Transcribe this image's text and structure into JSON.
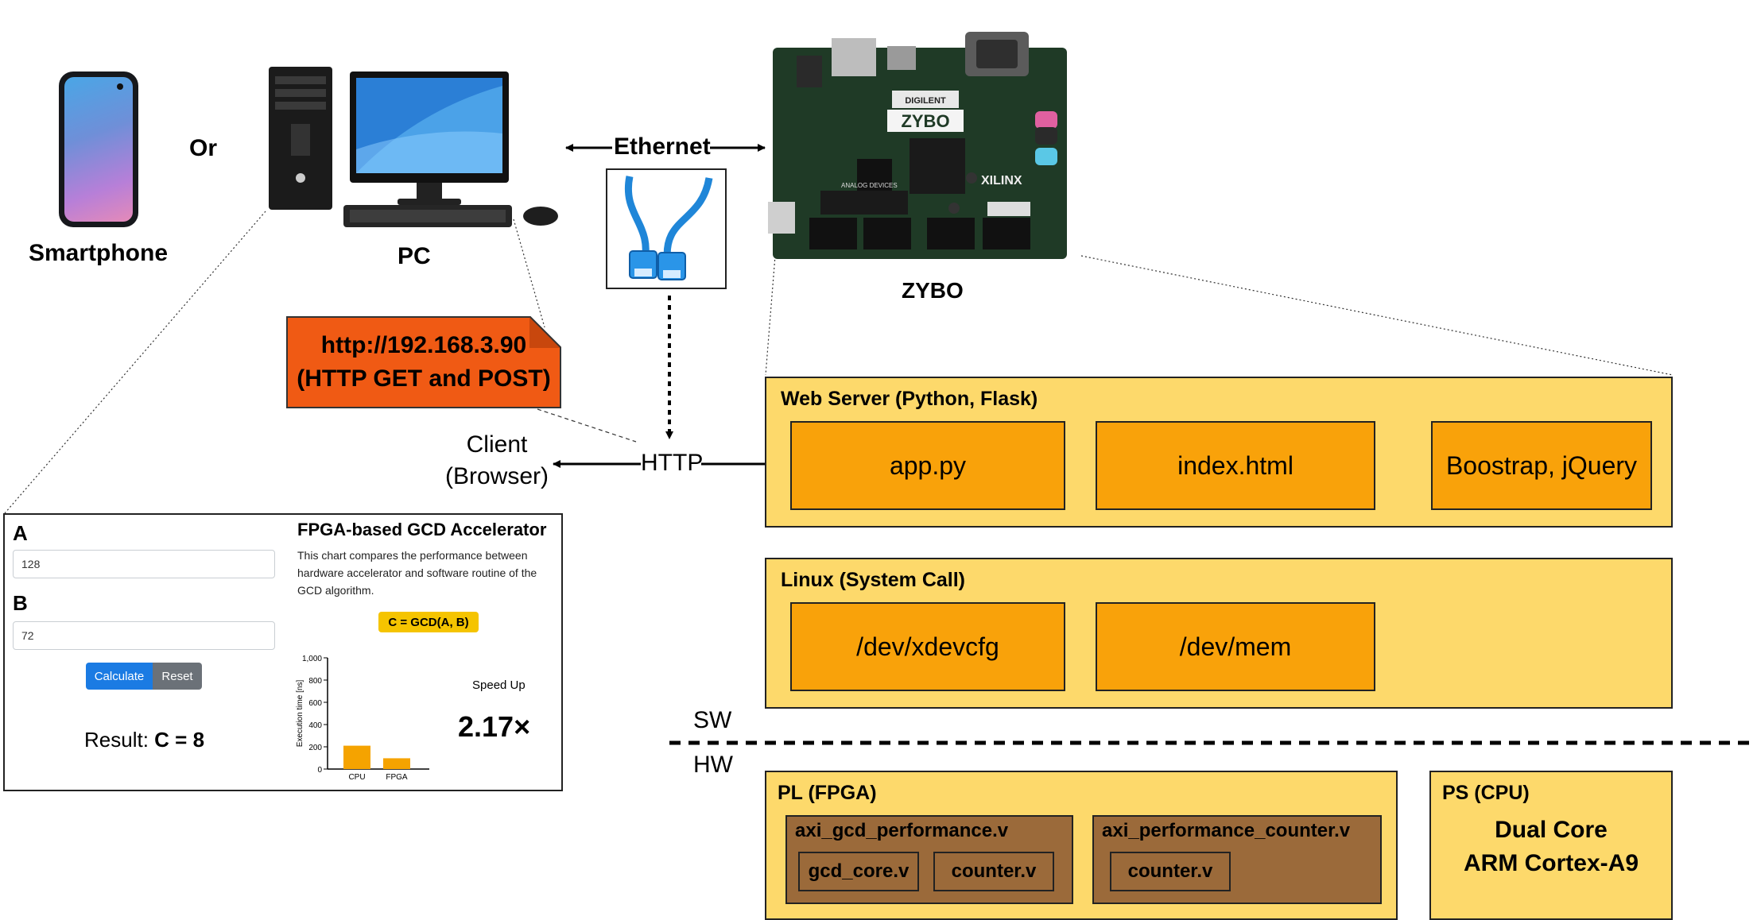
{
  "devices": {
    "smartphone": "Smartphone",
    "or": "Or",
    "pc": "PC",
    "zybo": "ZYBO",
    "board_print": {
      "brand": "DIGILENT",
      "model": "ZYBO",
      "vendor": "XILINX",
      "chip_vendor": "ANALOG DEVICES"
    }
  },
  "network": {
    "ethernet": "Ethernet",
    "http": "HTTP",
    "client_line1": "Client",
    "client_line2": "(Browser)",
    "url": "http://192.168.3.90",
    "methods": "(HTTP GET and POST)"
  },
  "web_app": {
    "label_a": "A",
    "value_a": "128",
    "label_b": "B",
    "value_b": "72",
    "calculate": "Calculate",
    "reset": "Reset",
    "result_prefix": "Result: ",
    "result_value": "C = 8",
    "title": "FPGA-based GCD Accelerator",
    "description": "This chart compares the performance between hardware accelerator and software routine of the GCD algorithm.",
    "formula": "C = GCD(A, B)",
    "speedup_label": "Speed Up",
    "speedup_value": "2.17×"
  },
  "chart_data": {
    "type": "bar",
    "categories": [
      "CPU",
      "FPGA"
    ],
    "values": [
      210,
      97
    ],
    "ylabel": "Execution time [ns]",
    "ylim": [
      0,
      1000
    ],
    "yticks": [
      "0",
      "200",
      "400",
      "600",
      "800",
      "1,000"
    ],
    "bar_color": "#f5a300"
  },
  "architecture": {
    "web_server": {
      "title": "Web Server (Python, Flask)",
      "items": [
        "app.py",
        "index.html",
        "Boostrap, jQuery"
      ]
    },
    "linux": {
      "title": "Linux (System Call)",
      "items": [
        "/dev/xdevcfg",
        "/dev/mem"
      ]
    },
    "sw": "SW",
    "hw": "HW",
    "pl": {
      "title": "PL (FPGA)",
      "gcd_perf": {
        "title": "axi_gcd_performance.v",
        "items": [
          "gcd_core.v",
          "counter.v"
        ]
      },
      "perf_counter": {
        "title": "axi_performance_counter.v",
        "items": [
          "counter.v"
        ]
      }
    },
    "ps": {
      "title": "PS (CPU)",
      "line1": "Dual Core",
      "line2": "ARM Cortex-A9"
    }
  },
  "colors": {
    "panel": "#fdd96b",
    "module": "#f9a20a",
    "verilog": "#9b6a3a",
    "note": "#f05a14",
    "cable": "#1f86d8",
    "board": "#1f3a26"
  }
}
